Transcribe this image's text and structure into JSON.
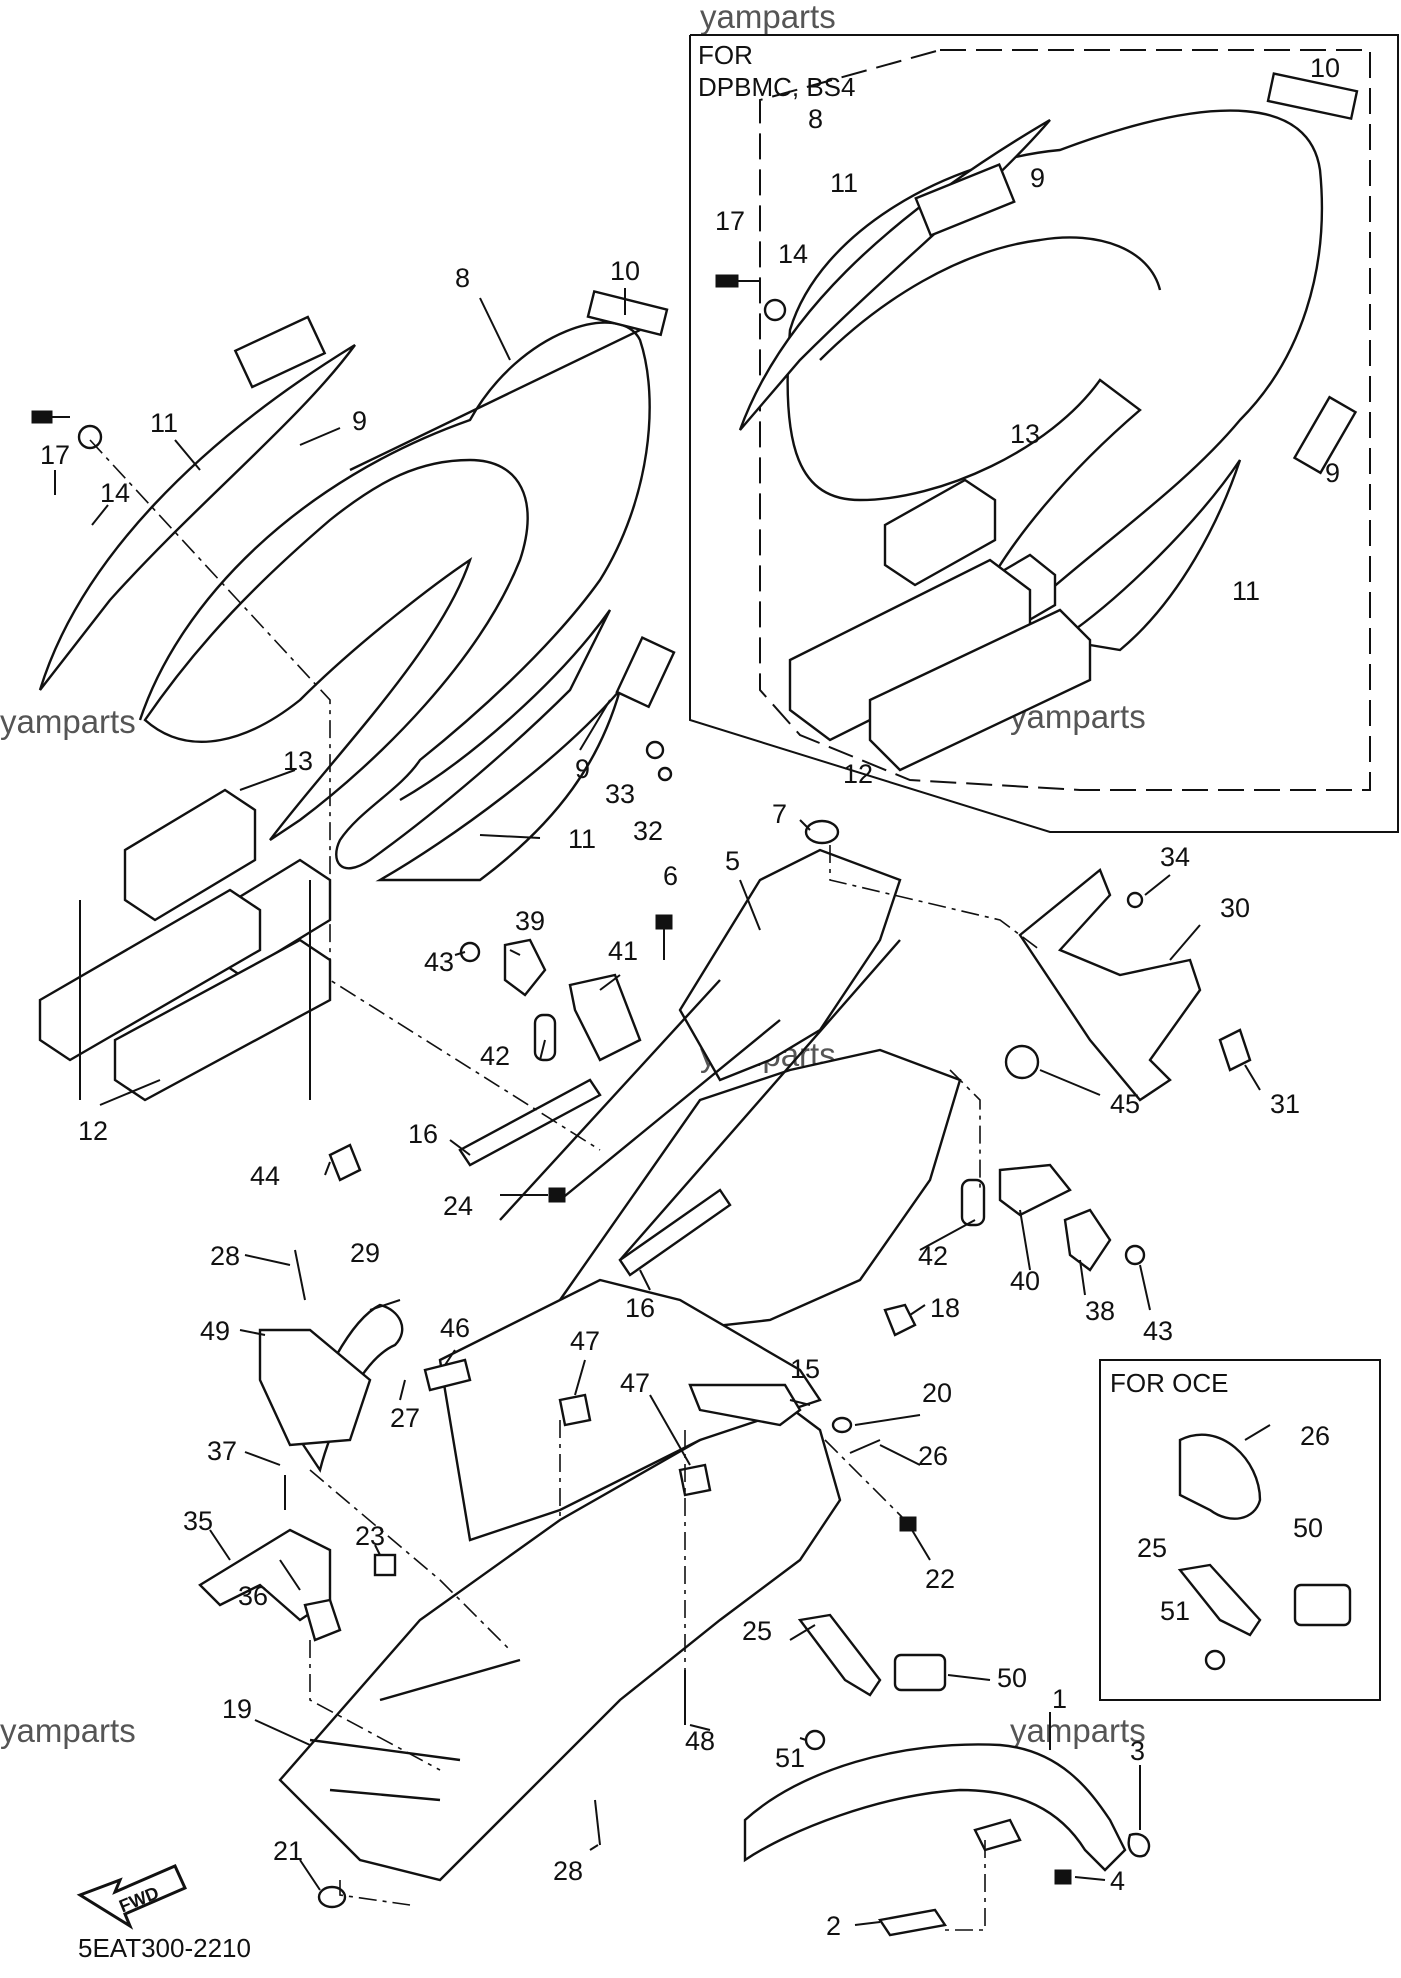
{
  "watermark": "yamparts",
  "diagram_code": "5EAT300-2210",
  "fwd_label": "FWD",
  "boxes": {
    "top_right": {
      "line1": "FOR",
      "line2": "DPBMC, BS4"
    },
    "oce": {
      "label": "FOR OCE"
    }
  },
  "callouts": {
    "main": [
      "8",
      "9",
      "10",
      "11",
      "17",
      "14",
      "13",
      "9",
      "33",
      "32",
      "11",
      "12",
      "7",
      "5",
      "6",
      "34",
      "30",
      "39",
      "41",
      "43",
      "42",
      "45",
      "31",
      "16",
      "44",
      "24",
      "42",
      "40",
      "38",
      "43",
      "16",
      "18",
      "28",
      "29",
      "49",
      "46",
      "47",
      "47",
      "15",
      "20",
      "26",
      "27",
      "37",
      "22",
      "35",
      "23",
      "36",
      "25",
      "50",
      "19",
      "51",
      "48",
      "1",
      "3",
      "21",
      "28",
      "4",
      "2"
    ],
    "top_right_box": [
      "10",
      "8",
      "11",
      "9",
      "17",
      "14",
      "9",
      "13",
      "11",
      "12"
    ],
    "oce_box": [
      "26",
      "50",
      "25",
      "51"
    ]
  }
}
